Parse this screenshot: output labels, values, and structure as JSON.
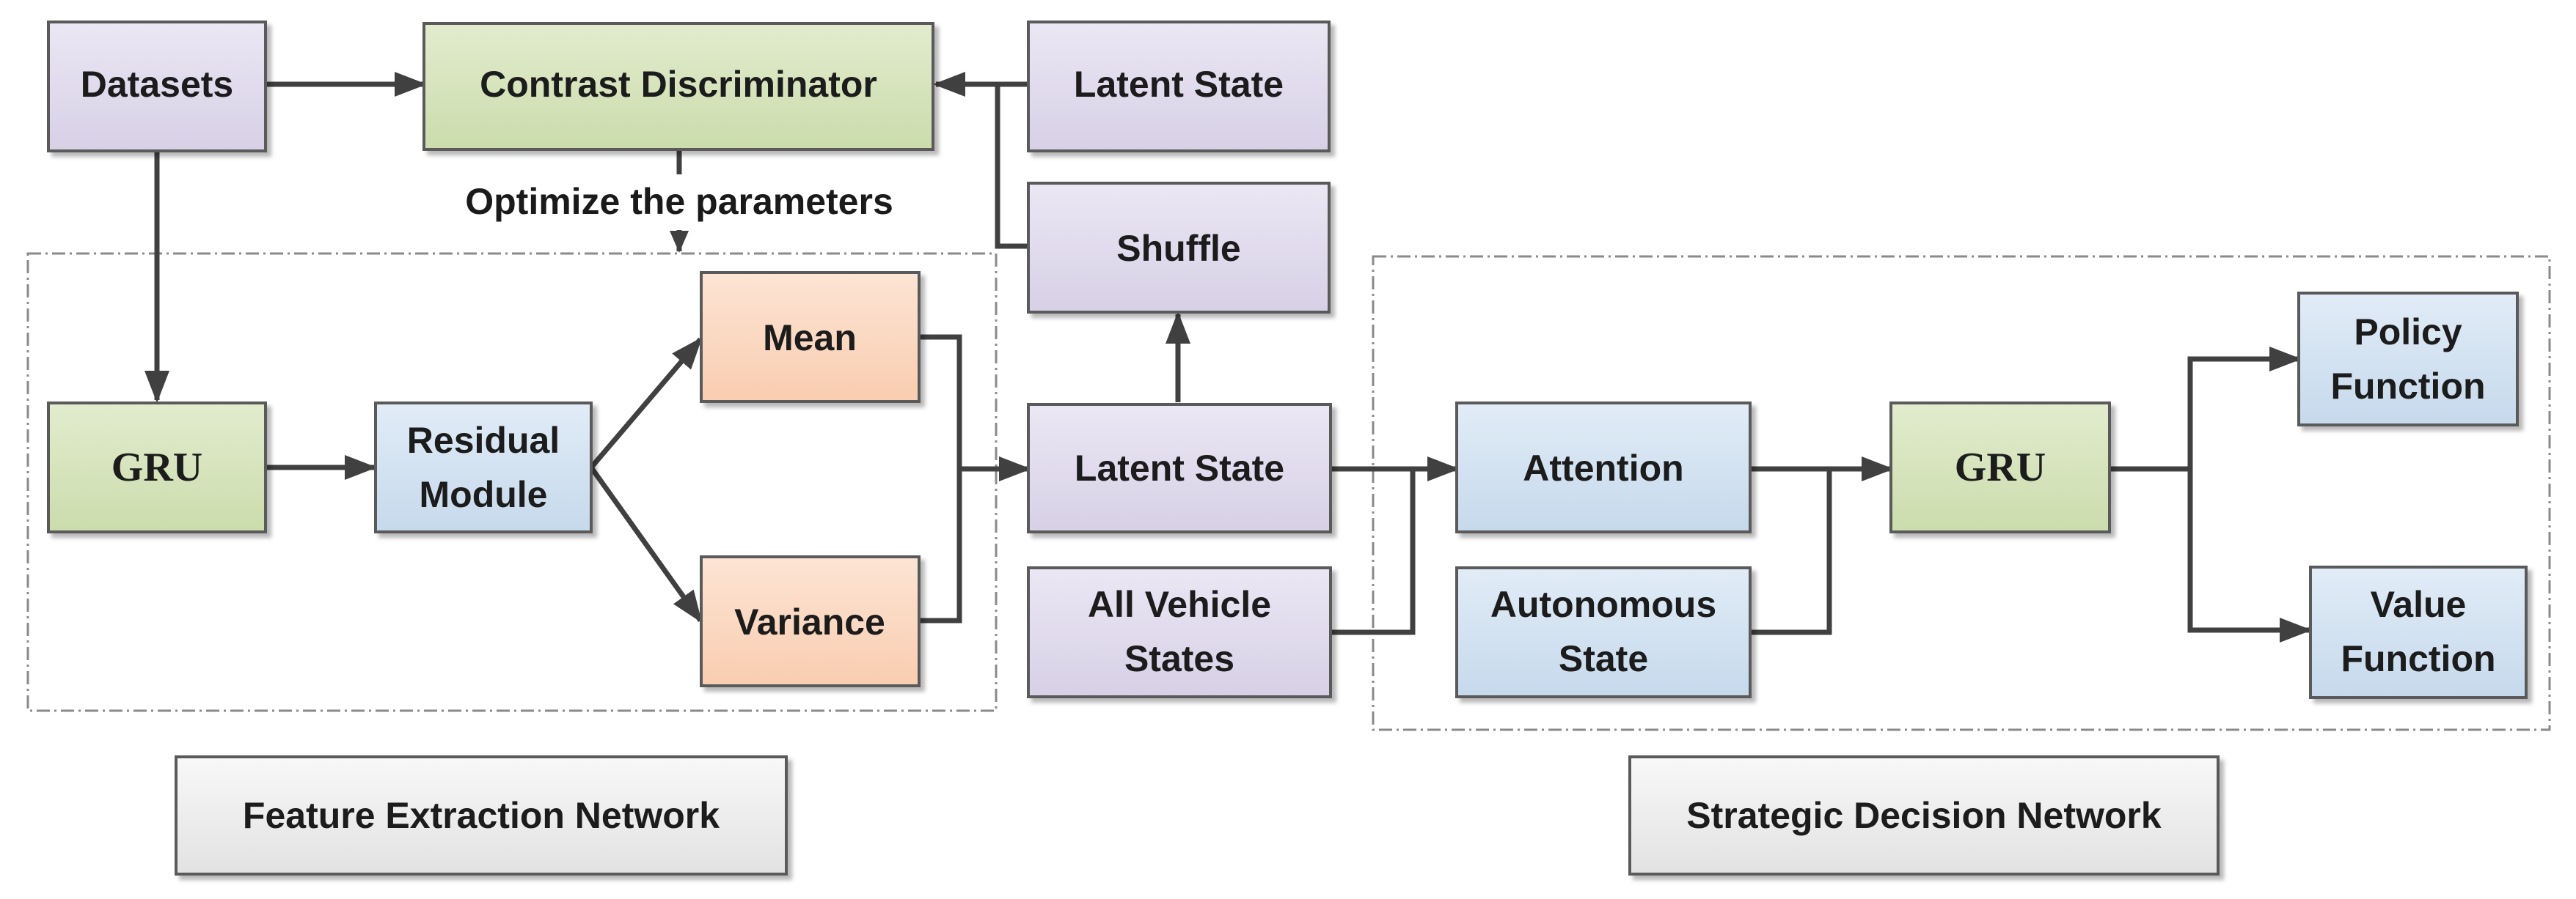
{
  "colors": {
    "lavender_box": "#e1dcec",
    "green_box": "#d7e4bd",
    "blue_box": "#d3e3f1",
    "peach_box": "#fcd9c2",
    "gray_box": "#ededed",
    "arrow": "#404040",
    "border": "#5a5a5a",
    "dashed_region": "#8a8a8a"
  },
  "nodes": {
    "datasets": "Datasets",
    "contrast_discriminator": "Contrast Discriminator",
    "latent_state_top": "Latent State",
    "shuffle": "Shuffle",
    "optimize_label": "Optimize the parameters",
    "gru_left": "GRU",
    "residual_line1": "Residual",
    "residual_line2": "Module",
    "mean": "Mean",
    "variance": "Variance",
    "latent_state_mid": "Latent State",
    "all_vehicle_line1": "All Vehicle",
    "all_vehicle_line2": "States",
    "attention": "Attention",
    "autonomous_line1": "Autonomous",
    "autonomous_line2": "State",
    "gru_right": "GRU",
    "policy_line1": "Policy",
    "policy_line2": "Function",
    "value_line1": "Value",
    "value_line2": "Function"
  },
  "captions": {
    "feature_extraction": "Feature Extraction Network",
    "strategic_decision": "Strategic Decision Network"
  }
}
